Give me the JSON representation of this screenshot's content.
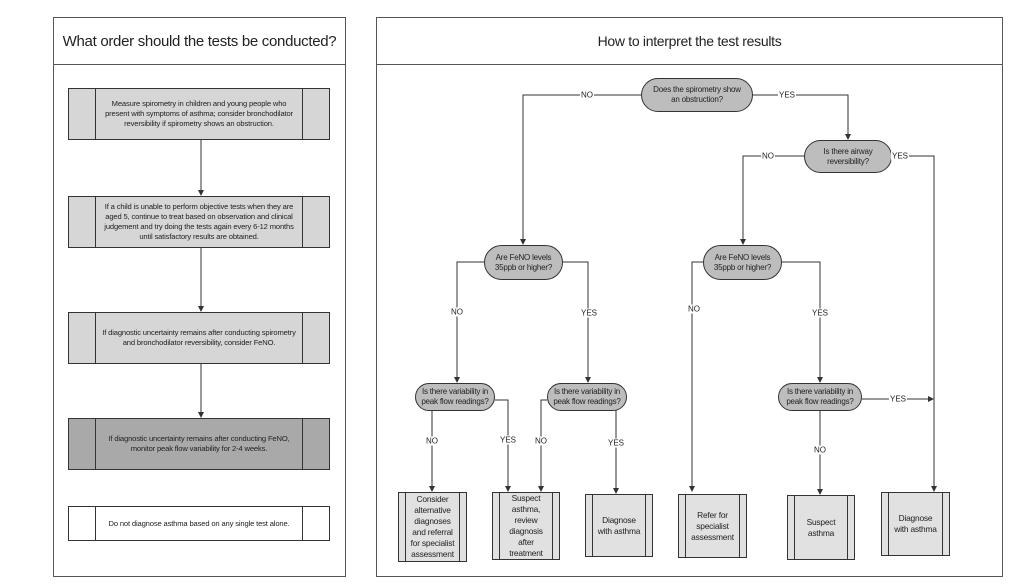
{
  "left_panel": {
    "title": "What order should the tests be conducted?",
    "steps": [
      "Measure spirometry in children and young people who present with symptoms of asthma; consider bronchodilator reversibility if spirometry shows an obstruction.",
      "If a child is unable to perform objective tests when they are aged 5, continue to treat based on observation and clinical judgement and try doing the tests again every 6-12 months until satisfactory results are obtained.",
      "If diagnostic uncertainty remains after conducting spirometry and bronchodilator reversibility, consider FeNO.",
      "If diagnostic uncertainty remains after conducting FeNO, monitor peak flow variability for 2-4 weeks.",
      "Do not diagnose asthma based on any single test alone."
    ]
  },
  "right_panel": {
    "title": "How to interpret the test results",
    "decisions": {
      "spirometry": "Does the spirometry show an obstruction?",
      "reversibility": "Is there airway reversibility?",
      "feno_left": "Are FeNO levels 35ppb or higher?",
      "feno_right": "Are FeNO levels 35ppb or higher?",
      "peak_flow_1": "Is there variability in peak flow readings?",
      "peak_flow_2": "Is there variability in peak flow readings?",
      "peak_flow_3": "Is there variability in peak flow readings?"
    },
    "outcomes": {
      "consider_alternative": "Consider alternative diagnoses and referral for specialist assessment",
      "suspect_review": "Suspect asthma, review diagnosis after treatment",
      "diagnose_1": "Diagnose with asthma",
      "refer": "Refer for specialist assessment",
      "suspect": "Suspect asthma",
      "diagnose_2": "Diagnose with asthma"
    },
    "edge_labels": {
      "no": "NO",
      "yes": "YES"
    }
  }
}
